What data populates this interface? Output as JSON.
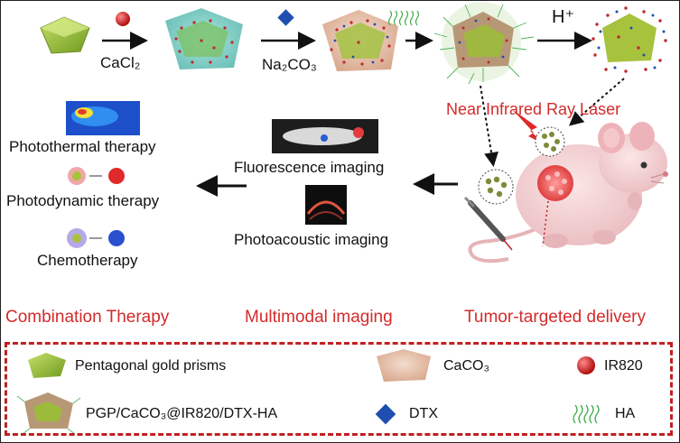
{
  "synthesis": {
    "step1_label": "CaCl₂",
    "step2_label": "Na₂CO₃",
    "step4_label": "H⁺"
  },
  "laser_label": "Near Infrared Ray Laser",
  "imaging": {
    "fluorescence": "Fluorescence imaging",
    "photoacoustic": "Photoacoustic imaging"
  },
  "therapy": {
    "photothermal": "Photothermal therapy",
    "photodynamic": "Photodynamic therapy",
    "chemo": "Chemotherapy"
  },
  "sections": {
    "combination": "Combination Therapy",
    "multimodal": "Multimodal imaging",
    "tumor": "Tumor-targeted delivery"
  },
  "legend": {
    "pgp": "Pentagonal gold prisms",
    "caco3": "CaCO₃",
    "ir820": "IR820",
    "composite": "PGP/CaCO₃@IR820/DTX-HA",
    "dtx": "DTX",
    "ha": "HA"
  },
  "colors": {
    "accent_red": "#d32b2b",
    "gold_green": "#9bc32f",
    "caco3_beige": "#e7c3ad",
    "dtx_blue": "#1f4fae",
    "ha_green": "#3fae4a"
  }
}
